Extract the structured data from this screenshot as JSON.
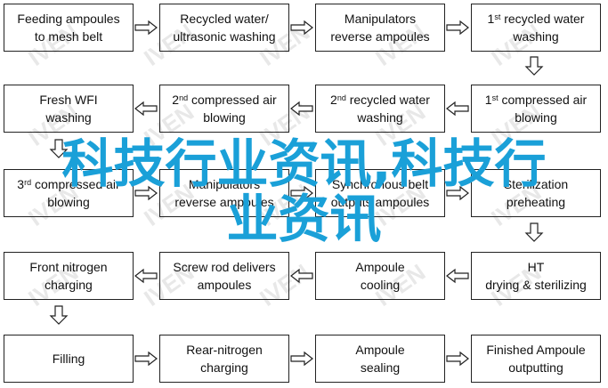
{
  "watermark": "IVEN",
  "overlay": {
    "line1": "科技行业资讯,科技行",
    "line2": "业资讯"
  },
  "colors": {
    "border": "#222222",
    "text": "#111111",
    "overlay": "#1aa0d8",
    "watermark": "#d8d8d8"
  },
  "steps": [
    {
      "id": "s1",
      "l1": "Feeding ampoules",
      "l2": "to mesh belt"
    },
    {
      "id": "s2",
      "l1": "Recycled water/",
      "l2": "ultrasonic washing"
    },
    {
      "id": "s3",
      "l1": "Manipulators",
      "l2": "reverse ampoules"
    },
    {
      "id": "s4",
      "l1": "1",
      "sup": "st",
      "l1b": " recycled water",
      "l2": "washing"
    },
    {
      "id": "s5",
      "l1": "1",
      "sup": "st",
      "l1b": " compressed air",
      "l2": "blowing"
    },
    {
      "id": "s6",
      "l1": "2",
      "sup": "nd",
      "l1b": " recycled water",
      "l2": "washing"
    },
    {
      "id": "s7",
      "l1": "2",
      "sup": "nd",
      "l1b": " compressed air",
      "l2": "blowing"
    },
    {
      "id": "s8",
      "l1": "Fresh WFI",
      "l2": "washing"
    },
    {
      "id": "s9",
      "l1": "3",
      "sup": "rd",
      "l1b": " compressed air",
      "l2": "blowing"
    },
    {
      "id": "s10",
      "l1": "Manipulators",
      "l2": "reverse ampoules"
    },
    {
      "id": "s11",
      "l1": "Synchronous belt",
      "l2": "outputs ampoules"
    },
    {
      "id": "s12",
      "l1": "Sterilization",
      "l2": "preheating"
    },
    {
      "id": "s13",
      "l1": "HT",
      "l2": "drying & sterilizing"
    },
    {
      "id": "s14",
      "l1": "Ampoule",
      "l2": "cooling"
    },
    {
      "id": "s15",
      "l1": "Screw rod delivers",
      "l2": "ampoules"
    },
    {
      "id": "s16",
      "l1": "Front nitrogen",
      "l2": "charging"
    },
    {
      "id": "s17",
      "l1": "Filling",
      "l2": ""
    },
    {
      "id": "s18",
      "l1": "Rear-nitrogen",
      "l2": "charging"
    },
    {
      "id": "s19",
      "l1": "Ampoule",
      "l2": "sealing"
    },
    {
      "id": "s20",
      "l1": "Finished Ampoule",
      "l2": "outputting"
    }
  ]
}
